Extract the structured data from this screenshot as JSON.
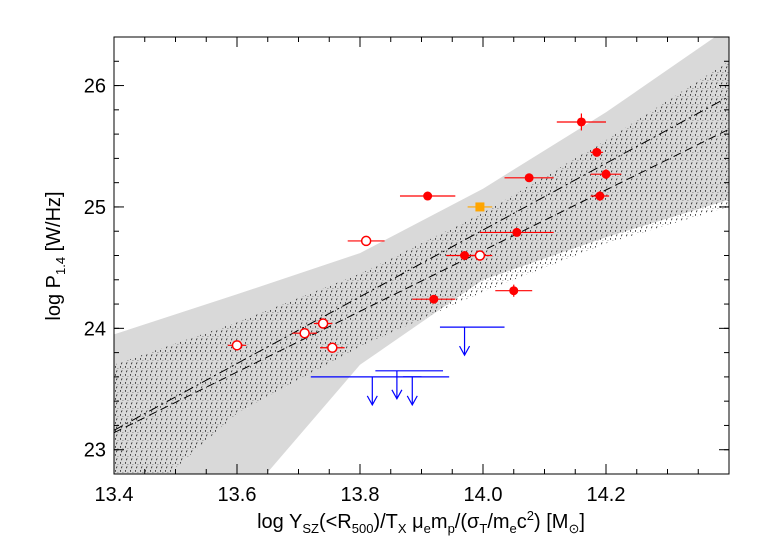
{
  "chart_data": {
    "type": "scatter",
    "title": "",
    "xlabel": {
      "prefix": "log Y",
      "sub1": "SZ",
      "mid1": "(<R",
      "sub2": "500",
      "mid2": ")/T",
      "sub3": "X",
      "mid3": "  μ",
      "sub4": "e",
      "mid4": "m",
      "sub5": "p",
      "mid5": "/(σ",
      "sub6": "T",
      "mid6": "/m",
      "sub7": "e",
      "mid7": "c",
      "sup1": "2",
      "mid8": ")  [M",
      "sub8": "⊙",
      "suffix": "]"
    },
    "ylabel": {
      "prefix": "log P",
      "sub": "1.4",
      "suffix": "  [W/Hz]"
    },
    "xlim": [
      13.4,
      14.4
    ],
    "ylim": [
      22.8,
      26.4
    ],
    "x_ticks": [
      13.4,
      13.6,
      13.8,
      14.0,
      14.2
    ],
    "x_tick_labels": [
      "13.4",
      "13.6",
      "13.8",
      "14.0",
      "14.2"
    ],
    "y_ticks": [
      23,
      24,
      25,
      26
    ],
    "y_tick_labels": [
      "23",
      "24",
      "25",
      "26"
    ],
    "grid": false,
    "colors": {
      "filled": "#ff0000",
      "open": "#ff0000",
      "square": "#ffa500",
      "upper_limit": "#0000ff",
      "band": "#d9d9d9",
      "hatch": "#000000",
      "fit": "#000000"
    },
    "filled_points": [
      {
        "x": 13.91,
        "y": 25.09,
        "xerr": 0.045,
        "yerr": 0.03
      },
      {
        "x": 13.92,
        "y": 24.24,
        "xerr": 0.035,
        "yerr": 0.03
      },
      {
        "x": 13.97,
        "y": 24.6,
        "xerr": 0.03,
        "yerr": 0.03
      },
      {
        "x": 14.05,
        "y": 24.31,
        "xerr": 0.03,
        "yerr": 0.05
      },
      {
        "x": 14.055,
        "y": 24.79,
        "xerr": 0.06,
        "yerr": 0.03
      },
      {
        "x": 14.075,
        "y": 25.24,
        "xerr": 0.04,
        "yerr": 0.03
      },
      {
        "x": 14.16,
        "y": 25.7,
        "xerr": 0.04,
        "yerr": 0.07
      },
      {
        "x": 14.185,
        "y": 25.45,
        "xerr": 0.01,
        "yerr": 0.02
      },
      {
        "x": 14.19,
        "y": 25.09,
        "xerr": 0.015,
        "yerr": 0.04
      },
      {
        "x": 14.2,
        "y": 25.27,
        "xerr": 0.025,
        "yerr": 0.04
      }
    ],
    "open_points": [
      {
        "x": 13.6,
        "y": 23.86,
        "xerr": 0.015,
        "yerr": 0.02
      },
      {
        "x": 13.71,
        "y": 23.96,
        "xerr": 0.02,
        "yerr": 0.02
      },
      {
        "x": 13.74,
        "y": 24.04,
        "xerr": 0.015,
        "yerr": 0.02
      },
      {
        "x": 13.755,
        "y": 23.84,
        "xerr": 0.02,
        "yerr": 0.03
      },
      {
        "x": 13.81,
        "y": 24.72,
        "xerr": 0.03,
        "yerr": 0.02
      },
      {
        "x": 13.995,
        "y": 24.6,
        "xerr": 0.02,
        "yerr": 0.02
      }
    ],
    "square_points": [
      {
        "x": 13.995,
        "y": 25.0,
        "xerr": 0.02
      }
    ],
    "upper_limits": [
      {
        "x": 13.97,
        "y": 24.01,
        "xmin": 13.93,
        "xmax": 14.035
      },
      {
        "x": 13.82,
        "y": 23.6,
        "xmin": 13.72,
        "xmax": 13.945
      },
      {
        "x": 13.86,
        "y": 23.65,
        "xmin": 13.825,
        "xmax": 13.935
      },
      {
        "x": 13.885,
        "y": 23.6,
        "xmin": 13.87,
        "xmax": 13.9
      }
    ],
    "fit_line": {
      "slope": 2.75,
      "intercept": -13.69
    },
    "alt_fit_line": {
      "slope": 2.5,
      "intercept": -10.36
    },
    "confidence_band": {
      "x": [
        13.4,
        13.6,
        13.8,
        14.0,
        14.2,
        14.4
      ],
      "upper": [
        23.95,
        24.28,
        24.62,
        25.15,
        25.78,
        26.48
      ],
      "lower": [
        22.18,
        22.52,
        23.7,
        24.4,
        24.75,
        25.06
      ]
    },
    "hatched_band": {
      "x": [
        13.4,
        13.6,
        13.8,
        14.0,
        14.2,
        14.4
      ],
      "upper": [
        23.7,
        24.05,
        24.45,
        24.95,
        25.55,
        26.2
      ],
      "lower": [
        22.4,
        23.3,
        23.85,
        24.3,
        24.7,
        25.0
      ]
    }
  }
}
